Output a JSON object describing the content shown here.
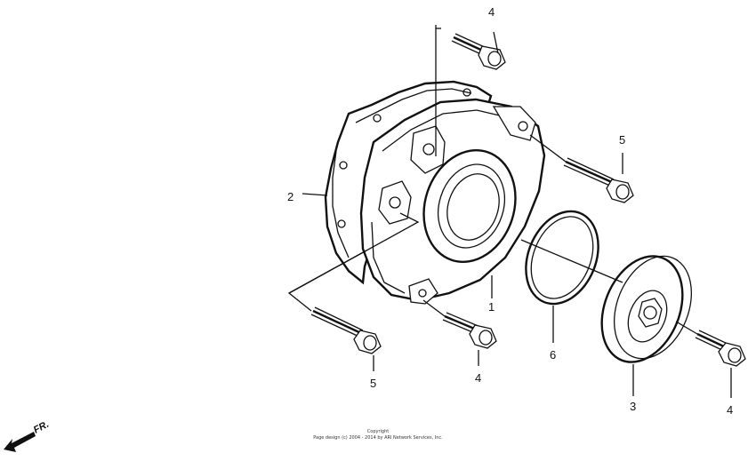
{
  "diagram": {
    "callouts": {
      "top_bolt": "4",
      "right_bolt": "5",
      "gasket": "2",
      "cover": "1",
      "oring": "6",
      "cap": "3",
      "left_bolt": "5",
      "mid_bolt": "4",
      "cap_bolt": "4"
    },
    "direction_label": "FR.",
    "copyright": {
      "line1": "Copyright",
      "line2": "Page design (c) 2004 - 2014 by ARI Network Services, Inc."
    },
    "colors": {
      "ink": "#111111",
      "background": "#ffffff"
    }
  }
}
